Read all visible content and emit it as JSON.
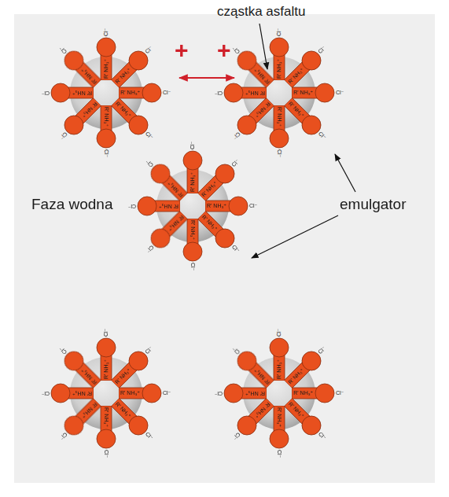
{
  "diagram": {
    "nodes": [
      {
        "text": [
          "R' NH₃⁺",
          "Cl⁻"
        ]
      },
      {
        "text": [
          "R' NH₃⁺",
          "Cl⁻"
        ]
      },
      {
        "text": [
          "R' NH₃⁺",
          "Cl⁻"
        ]
      },
      {
        "text": [
          "R' NH₃⁺",
          "Cl⁻"
        ]
      },
      {
        "text": [
          "R' NH₃⁺",
          "Cl⁻"
        ]
      },
      {
        "text": [
          "R' NH₃⁺",
          "Cl⁻"
        ]
      },
      {
        "text": [
          "R' NH₃⁺",
          "Cl⁻"
        ]
      },
      {
        "text": [
          "R' NH₃⁺",
          "Cl⁻"
        ]
      },
      {
        "text": [
          "R' NH₃⁺",
          "Cl⁻"
        ]
      },
      {
        "text": [
          "R' NH₃⁺",
          "Cl⁻"
        ]
      },
      {
        "text": [
          "R' NH₃⁺",
          "Cl⁻"
        ]
      },
      {
        "text": [
          "R' NH₃⁺",
          "Cl⁻"
        ]
      },
      {
        "text": [
          "R' NH₃⁺",
          "Cl⁻"
        ]
      },
      {
        "text": [
          "R' NH₃⁺",
          "Cl⁻"
        ]
      },
      {
        "text": [
          "R' NH₃⁺",
          "Cl⁻"
        ]
      },
      {
        "text": [
          "R' NH₃⁺",
          "Cl⁻"
        ]
      },
      {
        "text": [
          "R' NH₃⁺",
          "Cl⁻"
        ]
      },
      {
        "text": [
          "R' NH₃⁺",
          "Cl⁻"
        ]
      },
      {
        "text": [
          "R' NH₃⁺",
          "Cl⁻"
        ]
      },
      {
        "text": [
          "R' NH₃⁺",
          "Cl⁻"
        ]
      },
      {
        "text": [
          "R' NH₃⁺",
          "Cl⁻"
        ]
      },
      {
        "text": [
          "R' NH₃⁺",
          "Cl⁻"
        ]
      },
      {
        "text": [
          "R' NH₃⁺",
          "Cl⁻"
        ]
      },
      {
        "text": [
          "R' NH₃⁺",
          "Cl⁻"
        ]
      },
      {
        "text": [
          "R' NH₃⁺",
          "Cl⁻"
        ]
      },
      {
        "text": [
          "R' NH₃⁺",
          "Cl⁻"
        ]
      },
      {
        "text": [
          "R' NH₃⁺",
          "Cl⁻"
        ]
      },
      {
        "text": [
          "R' NH₃⁺",
          "Cl⁻"
        ]
      },
      {
        "text": [
          "R' NH₃⁺",
          "Cl⁻"
        ]
      },
      {
        "text": [
          "R' NH₃⁺",
          "Cl⁻"
        ]
      },
      {
        "text": [
          "R' NH₃⁺",
          "Cl⁻"
        ]
      },
      {
        "text": [
          "R' NH₃⁺",
          "Cl⁻"
        ]
      },
      {
        "text": [
          "R' NH₃⁺",
          "Cl⁻"
        ]
      },
      {
        "text": [
          "R' NH₃⁺",
          "Cl⁻"
        ]
      },
      {
        "text": [
          "R' NH₃⁺",
          "Cl⁻"
        ]
      },
      {
        "text": [
          "R' NH₃⁺",
          "Cl⁻"
        ]
      },
      {
        "text": [
          "R' NH₃⁺",
          "Cl⁻"
        ]
      },
      {
        "text": [
          "R' NH₃⁺",
          "Cl⁻"
        ]
      },
      {
        "text": [
          "R' NH₃⁺",
          "Cl⁻"
        ]
      },
      {
        "text": [
          "R' NH₃⁺",
          "Cl⁻"
        ]
      }
    ],
    "labels": [
      "cząstka asfaltu",
      "+",
      "+",
      "Faza wodna",
      "emulgator"
    ]
  }
}
